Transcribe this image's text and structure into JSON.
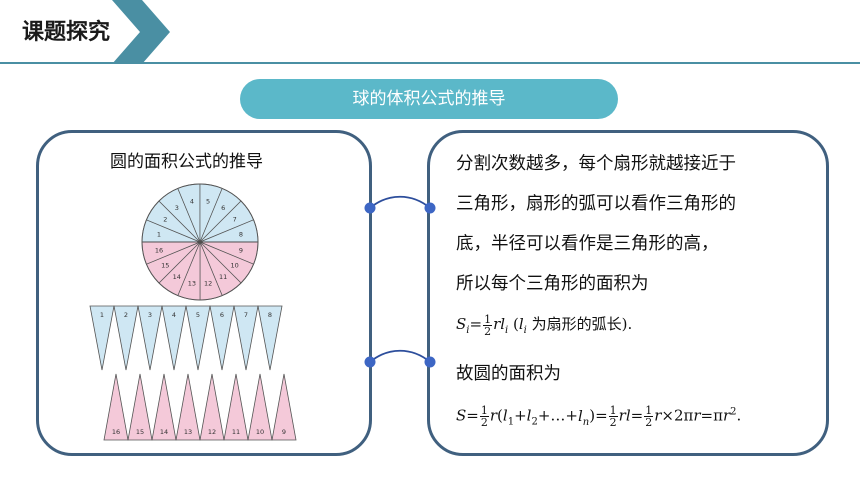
{
  "header": {
    "title": "课题探究"
  },
  "section": {
    "title": "球的体积公式的推导"
  },
  "left_panel": {
    "title": "圆的面积公式的推导",
    "circle_upper_numbers": [
      "1",
      "2",
      "3",
      "4",
      "5",
      "6",
      "7",
      "8"
    ],
    "circle_lower_numbers": [
      "9",
      "10",
      "11",
      "12",
      "13",
      "14",
      "15",
      "16"
    ],
    "row1_numbers": [
      "1",
      "2",
      "3",
      "4",
      "5",
      "6",
      "7",
      "8"
    ],
    "row2_numbers": [
      "16",
      "15",
      "14",
      "13",
      "12",
      "11",
      "10",
      "9"
    ]
  },
  "right_panel": {
    "lines": [
      "分割次数越多，每个扇形就越接近于",
      "三角形，扇形的弧可以看作三角形的",
      "底，半径可以看作是三角形的高，",
      "所以每个三角形的面积为"
    ],
    "formula1_note": "为扇形的弧长",
    "conclusion": "故圆的面积为"
  },
  "colors": {
    "accent": "#5bb8c9",
    "border": "#40607f",
    "sector_blue": "#cfe7f3",
    "sector_pink": "#f4c9d9",
    "connector": "#2d4e9c"
  }
}
